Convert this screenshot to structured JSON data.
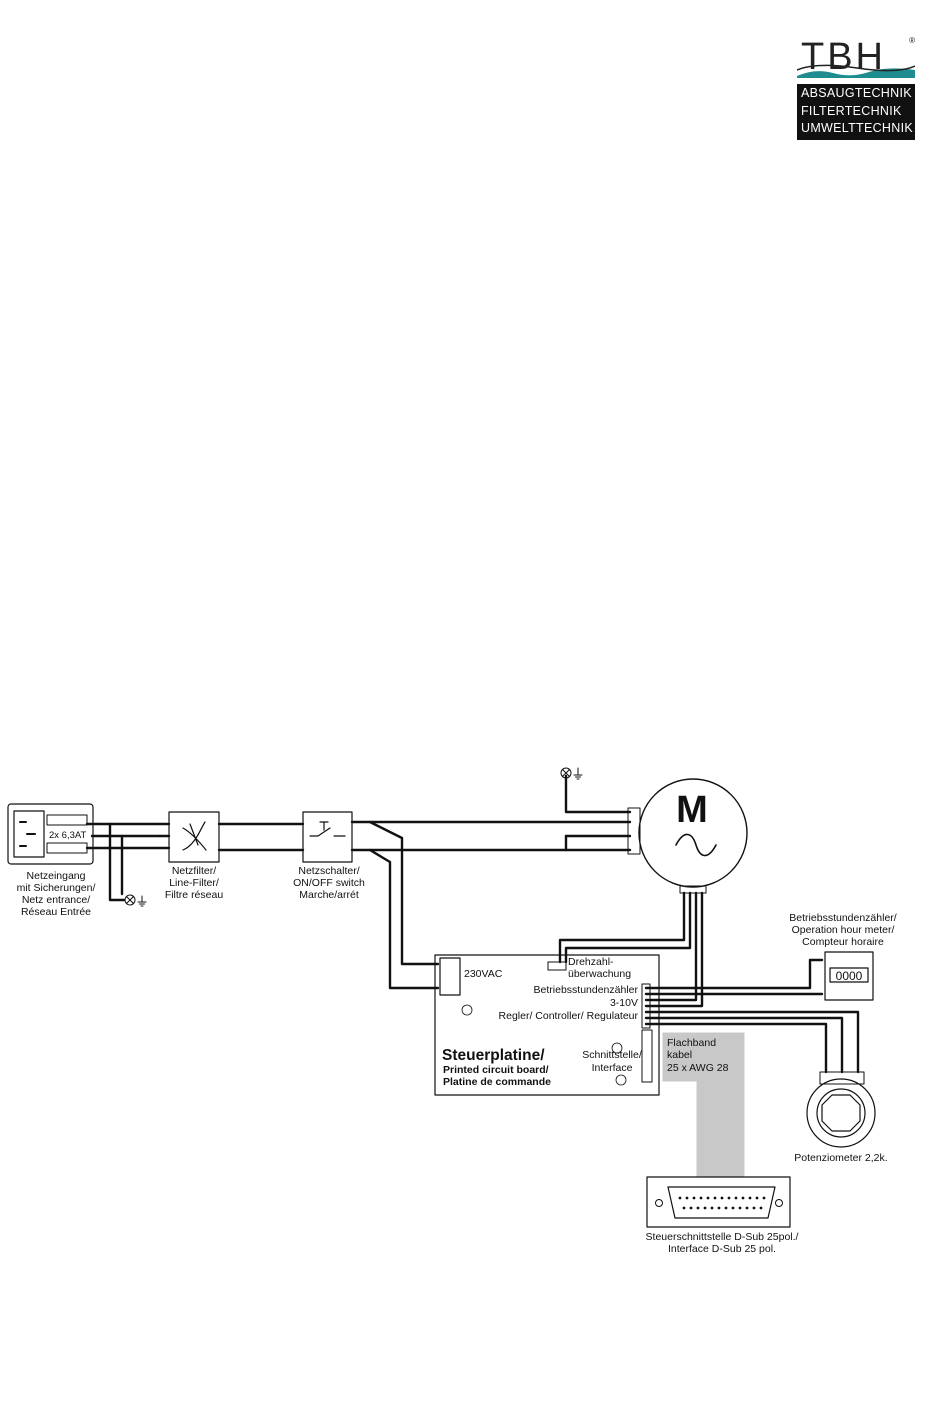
{
  "logo": {
    "brand": "TBH",
    "registered": "®",
    "lines": [
      "ABSAUGTECHNIK",
      "FILTERTECHNIK",
      "UMWELTTECHNIK"
    ]
  },
  "diagram": {
    "mains_input": {
      "fuse_label": "2x 6,3AT",
      "caption": [
        "Netzeingang",
        "mit Sicherungen/",
        "Netz entrance/",
        "Réseau Entrée"
      ]
    },
    "line_filter": {
      "caption": [
        "Netzfilter/",
        "Line-Filter/",
        "Filtre réseau"
      ]
    },
    "switch": {
      "caption": [
        "Netzschalter/",
        "ON/OFF switch",
        "Marche/arrét"
      ]
    },
    "motor": {
      "label": "M"
    },
    "pcb": {
      "voltage": "230VAC",
      "speed_monitor": [
        "Drehzahl-",
        "überwachung"
      ],
      "hour_counter": "Betriebsstundenzähler",
      "signal": "3-10V",
      "controller": "Regler/ Controller/ Regulateur",
      "interface": [
        "Schnittstelle/",
        "Interface"
      ],
      "title": "Steuerplatine/",
      "subtitle": [
        "Printed circuit board/",
        "Platine de commande"
      ]
    },
    "ribbon_cable": [
      "Flachband",
      "kabel",
      "25 x AWG 28"
    ],
    "hour_meter": {
      "display": "0000",
      "caption": [
        "Betriebsstundenzähler/",
        "Operation hour meter/",
        "Compteur horaire"
      ]
    },
    "potentiometer": {
      "caption": "Potenziometer 2,2k."
    },
    "dsub": {
      "caption": [
        "Steuerschnittstelle D-Sub 25pol./",
        "Interface D-Sub 25 pol."
      ]
    }
  }
}
